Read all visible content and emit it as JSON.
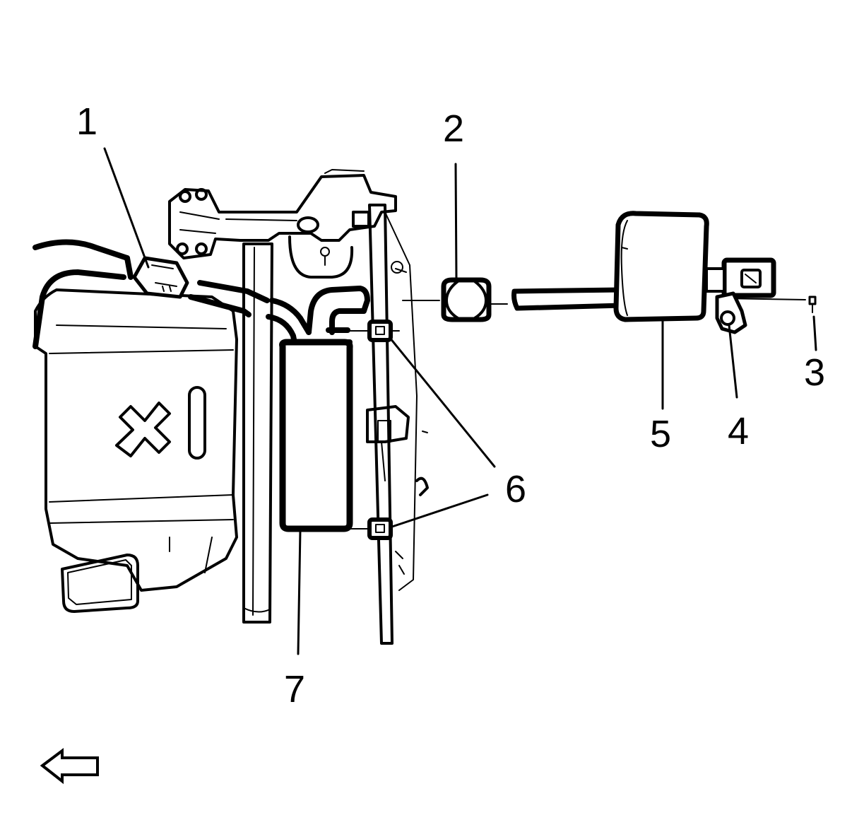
{
  "callouts": {
    "c1": "1",
    "c2": "2",
    "c3": "3",
    "c4": "4",
    "c5": "5",
    "c6": "6",
    "c7": "7"
  },
  "direction_arrow": {
    "icon": "arrow-left-icon",
    "stroke": "#000000",
    "fill": "#ffffff"
  },
  "colors": {
    "line": "#000000",
    "background": "#ffffff"
  }
}
